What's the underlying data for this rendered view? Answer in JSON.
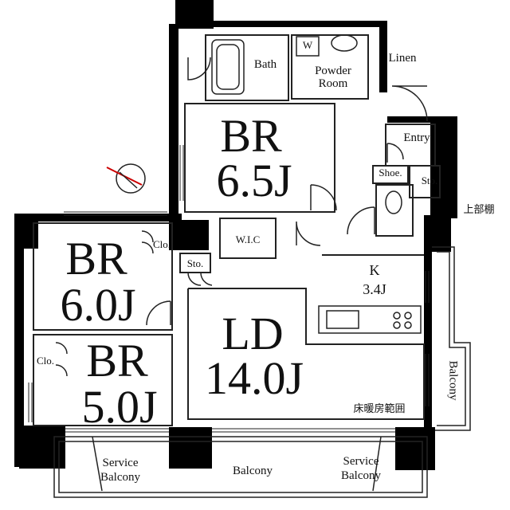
{
  "rooms": {
    "br1": {
      "name": "BR",
      "size": "6.5J"
    },
    "br2": {
      "name": "BR",
      "size": "6.0J"
    },
    "br3": {
      "name": "BR",
      "size": "5.0J"
    },
    "ld": {
      "name": "LD",
      "size": "14.0J"
    },
    "kitchen": {
      "name": "K",
      "size": "3.4J"
    },
    "bath": "Bath",
    "powder_room": [
      "Powder",
      "Room"
    ],
    "washer": "W",
    "linen": "Linen",
    "entry": "Entry",
    "shoe": "Shoe.",
    "storage_entry": "Sto.",
    "storage_mid": "Sto.",
    "closet_br2": "Clo.",
    "closet_br3": "Clo.",
    "wic": "W.I.C",
    "upper_cabinet": "上部棚",
    "floor_heating": "床暖房範囲",
    "service_balcony_left": [
      "Service",
      "Balcony"
    ],
    "service_balcony_right": [
      "Service",
      "Balcony"
    ],
    "balcony_bottom": "Balcony",
    "balcony_right": "Balcony"
  },
  "colors": {
    "wall": "#000000",
    "line": "#222222",
    "background": "#ffffff"
  }
}
